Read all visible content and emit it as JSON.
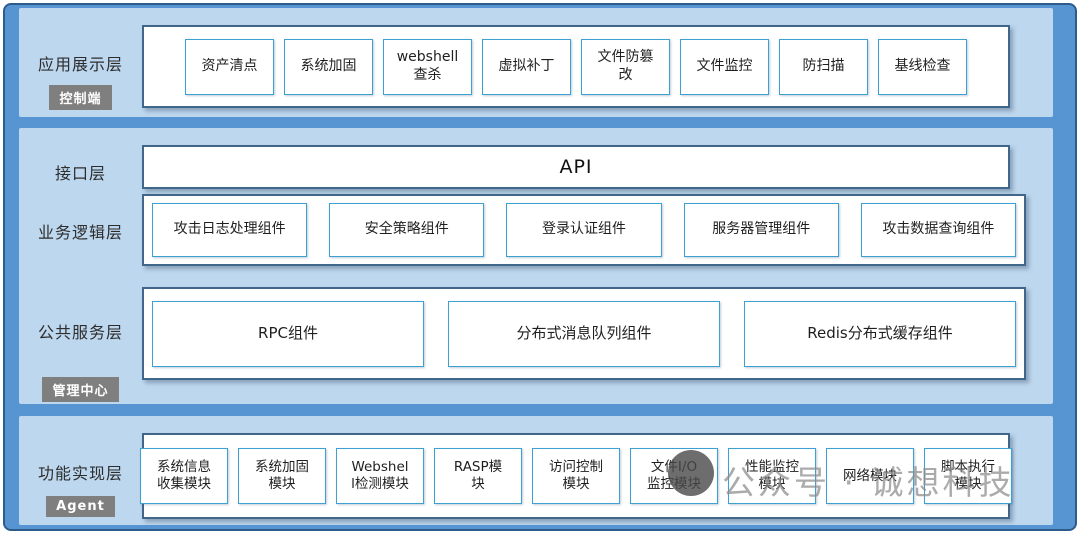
{
  "watermark": {
    "text": "公众号 · 诚想科技"
  },
  "colors": {
    "frame_fill": "#5695d1",
    "frame_border": "#2d5c8c",
    "panel_fill": "#bdd7ee",
    "container_border": "#406689",
    "box_border": "#3da0d2",
    "badge_bg": "#7f7f7f",
    "badge_text": "#ffffff",
    "text": "#1f1f1f",
    "watermark_gray": "#8a8a8a"
  },
  "layers": [
    {
      "label": "应用展示层",
      "badge": "控制端",
      "boxes": [
        "资产清点",
        "系统加固",
        "webshell\n查杀",
        "虚拟补丁",
        "文件防篡\n改",
        "文件监控",
        "防扫描",
        "基线检查"
      ]
    },
    {
      "label": "接口层",
      "boxes": [
        "API"
      ]
    },
    {
      "label": "业务逻辑层",
      "boxes": [
        "攻击日志处理组件",
        "安全策略组件",
        "登录认证组件",
        "服务器管理组件",
        "攻击数据查询组件"
      ]
    },
    {
      "label": "公共服务层",
      "badge": "管理中心",
      "boxes": [
        "RPC组件",
        "分布式消息队列组件",
        "Redis分布式缓存组件"
      ]
    },
    {
      "label": "功能实现层",
      "badge": "Agent",
      "boxes": [
        "系统信息\n收集模块",
        "系统加固\n模块",
        "Webshel\nl检测模块",
        "RASP模\n块",
        "访问控制\n模块",
        "文件I/O\n监控模块",
        "性能监控\n模块",
        "网络模块",
        "脚本执行\n模块"
      ]
    }
  ]
}
